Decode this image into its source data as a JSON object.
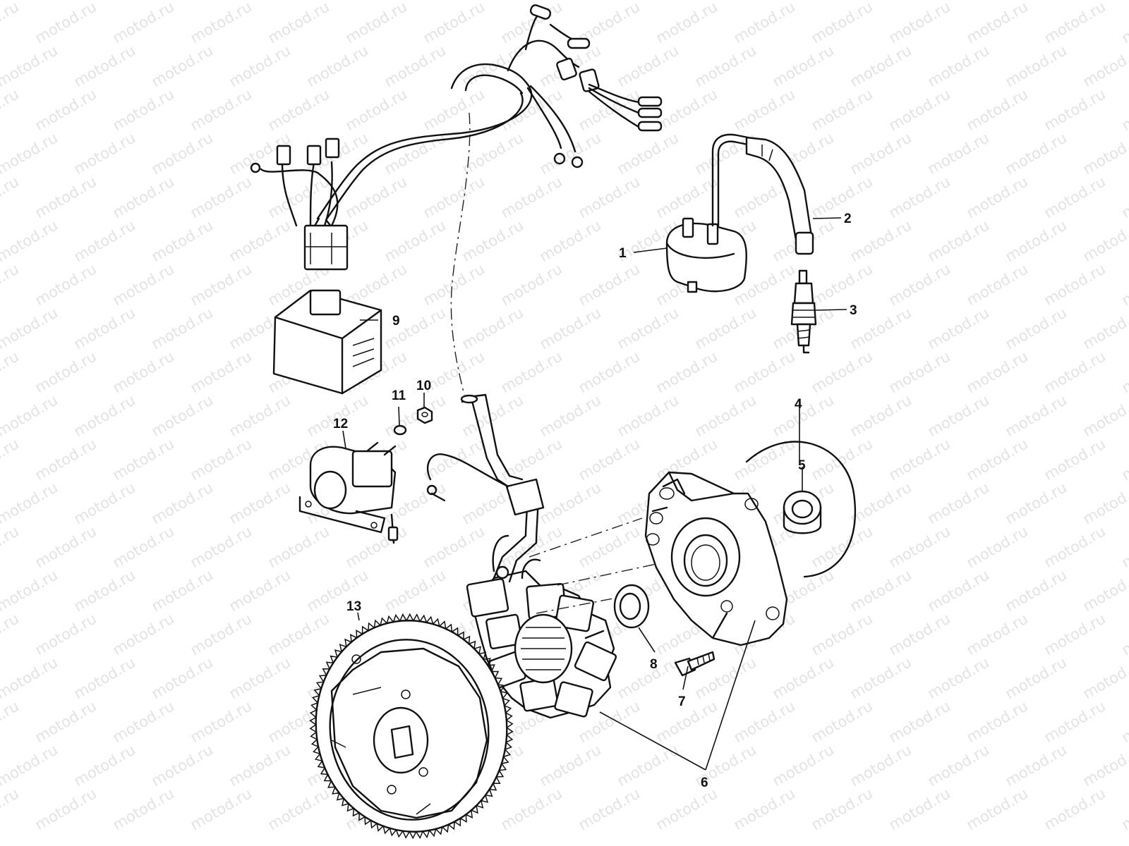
{
  "watermark": {
    "text": "motod.ru",
    "color": "#e3e3e3"
  },
  "colors": {
    "line": "#111111",
    "background": "#ffffff"
  },
  "callouts": [
    {
      "id": "1",
      "label": "1",
      "part": "ignition-coil"
    },
    {
      "id": "2",
      "label": "2",
      "part": "spark-plug-cap"
    },
    {
      "id": "3",
      "label": "3",
      "part": "spark-plug"
    },
    {
      "id": "4",
      "label": "4",
      "part": "o-ring"
    },
    {
      "id": "5",
      "label": "5",
      "part": "bearing"
    },
    {
      "id": "6",
      "label": "6",
      "part": "stator-assembly"
    },
    {
      "id": "7",
      "label": "7",
      "part": "bolt"
    },
    {
      "id": "8",
      "label": "8",
      "part": "oil-seal"
    },
    {
      "id": "9",
      "label": "9",
      "part": "cdi-unit"
    },
    {
      "id": "10",
      "label": "10",
      "part": "nut"
    },
    {
      "id": "11",
      "label": "11",
      "part": "washer"
    },
    {
      "id": "12",
      "label": "12",
      "part": "starter-relay"
    },
    {
      "id": "13",
      "label": "13",
      "part": "flywheel"
    }
  ]
}
